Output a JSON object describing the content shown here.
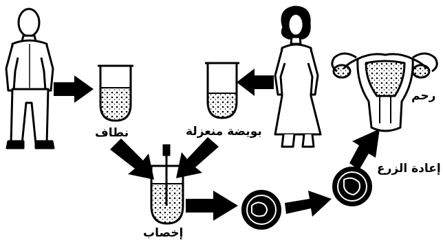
{
  "labels": {
    "sperm": "نطاف",
    "isolated_egg": "بويضة منعزلة",
    "fertilization": "إخصاب",
    "reimplantation": "إعادة الزرع",
    "uterus": "رحم"
  },
  "colors": {
    "ink": "#000000",
    "paper": "#ffffff",
    "arrow": "#000000"
  }
}
